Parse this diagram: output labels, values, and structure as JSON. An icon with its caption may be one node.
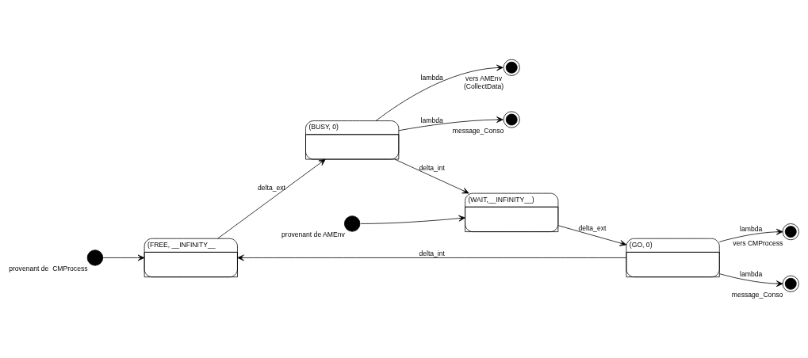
{
  "diagram": {
    "nodes": [
      {
        "text": [],
        "shape": "circle",
        "beside": [
          "provenant de  CMProcess"
        ]
      },
      {
        "text": [
          "(FREE, __INFINITY__"
        ]
      },
      {
        "text": [
          "(BUSY, 0)"
        ]
      },
      {
        "text": [],
        "shape": "bullseye",
        "beside": [
          "vers AMEnv",
          "(CollectData)"
        ]
      },
      {
        "text": [],
        "shape": "bullseye",
        "beside": [
          "message_Conso"
        ]
      },
      {
        "text": [
          "(WAIT,__INFINITY__)"
        ]
      },
      {
        "text": [],
        "shape": "circle",
        "beside": [
          "provenant de AMEnv"
        ]
      },
      {
        "text": [
          "(GO, 0)"
        ]
      },
      {
        "text": [],
        "shape": "bullseye",
        "beside": [
          "vers CMProcess"
        ]
      },
      {
        "text": [],
        "shape": "bullseye",
        "beside": [
          "message_Conso"
        ]
      }
    ],
    "edges": [
      {
        "from": 0,
        "to": 1,
        "arrow": "to"
      },
      {
        "from": 1,
        "to": 2,
        "arrow": "to",
        "label": "delta_ext"
      },
      {
        "from": 2,
        "to": 3,
        "arrow": "to",
        "label": "lambda"
      },
      {
        "from": 2,
        "to": 4,
        "arrow": "to",
        "label": "lambda"
      },
      {
        "from": 2,
        "to": 5,
        "arrow": "to",
        "label": "delta_int"
      },
      {
        "from": 6,
        "to": 5,
        "arrow": "to"
      },
      {
        "from": 5,
        "to": 7,
        "arrow": "to",
        "label": "delta_ext"
      },
      {
        "from": 7,
        "to": 8,
        "arrow": "to",
        "label": "lambda"
      },
      {
        "from": 7,
        "to": 9,
        "arrow": "to",
        "label": "lambda"
      },
      {
        "from": 7,
        "to": 1,
        "arrow": "to",
        "label": "delta_int"
      }
    ]
  }
}
